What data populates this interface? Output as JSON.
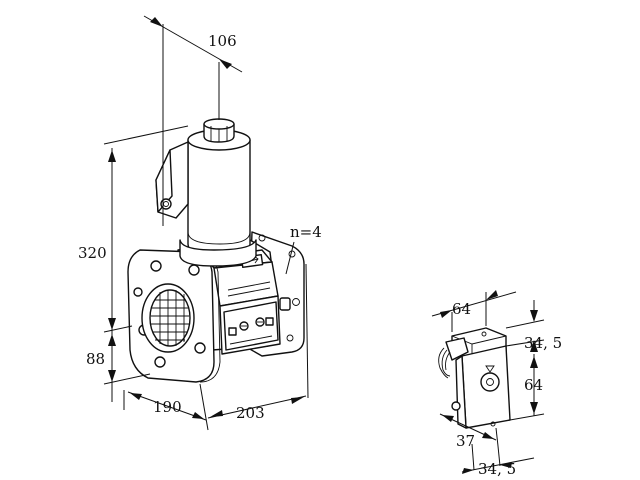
{
  "valve": {
    "dims": {
      "top_width": "106",
      "height_upper": "320",
      "height_lower": "88",
      "depth": "190",
      "length": "203",
      "bolt_count": "n=4"
    }
  },
  "solenoid": {
    "dims": {
      "width": "64",
      "height_top": "34, 5",
      "height_body": "64",
      "depth": "37",
      "base": "34, 5"
    }
  }
}
